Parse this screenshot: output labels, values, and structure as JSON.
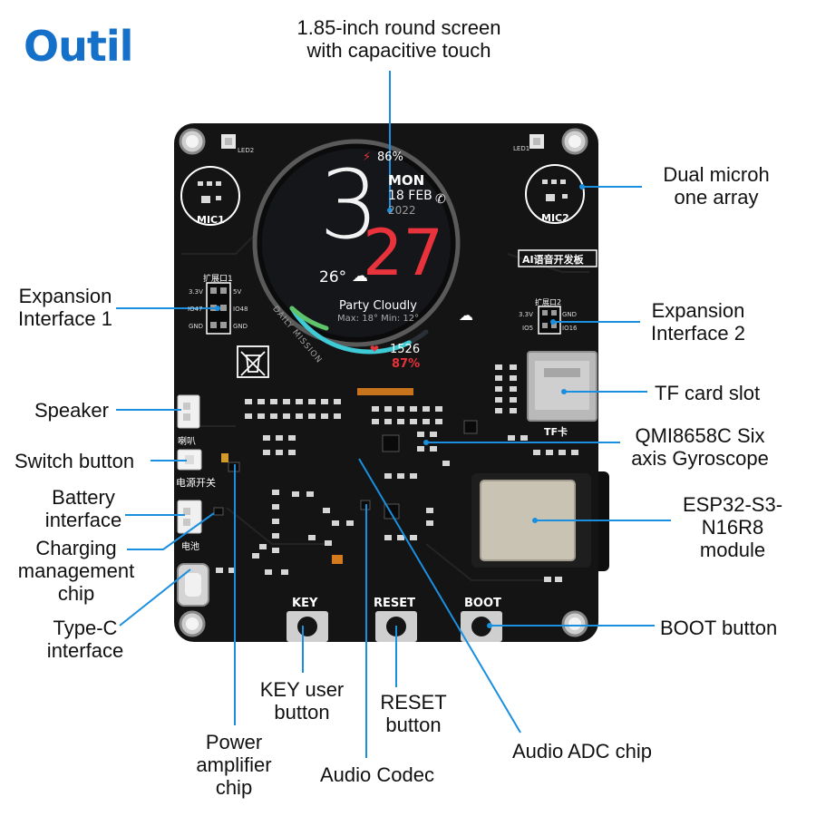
{
  "brand": {
    "name": "Outil",
    "color": "#1470c8"
  },
  "colors": {
    "board": "#141414",
    "leader": "#1a8fe0",
    "screen_red": "#e8323c",
    "ring_accent": "#3ecbd6"
  },
  "labels": {
    "screen": "1.85-inch round screen\nwith capacitive touch",
    "mic": "Dual microh\none array",
    "exp1": "Expansion\nInterface 1",
    "exp2": "Expansion\nInterface 2",
    "tf": "TF card slot",
    "speaker": "Speaker",
    "gyro": "QMI8658C Six\naxis Gyroscope",
    "switch": "Switch button",
    "battery": "Battery\ninterface",
    "esp": "ESP32-S3-\nN16R8\nmodule",
    "charging": "Charging\nmanagement\nchip",
    "typec": "Type-C\ninterface",
    "boot_btn": "BOOT button",
    "key_btn": "KEY user\nbutton",
    "reset_btn": "RESET\nbutton",
    "power_amp": "Power\namplifier\nchip",
    "codec": "Audio Codec",
    "adc": "Audio ADC chip"
  },
  "watchface": {
    "battery": "86%",
    "day": "MON",
    "date": "18 FEB",
    "year": "2022",
    "hour": "3",
    "minute": "27",
    "temp": "26°",
    "weather": "Party Cloudly",
    "minmax": "Max: 18° Min: 12°",
    "mission": "DAILY MISSION",
    "steps": "1526",
    "steps_pct": "87%",
    "mission_progress": 0.87,
    "icons": [
      "lightning-icon",
      "phone-icon",
      "cloud-icon",
      "heart-icon"
    ]
  },
  "silkscreen": {
    "mic1": "MIC1",
    "mic2": "MIC2",
    "exp1": "扩展口1",
    "exp2": "扩展口2",
    "ai": "AI语音开发板",
    "tf": "TF卡",
    "speaker": "喇叭",
    "power": "电源开关",
    "battery": "电池",
    "key": "KEY",
    "reset": "RESET",
    "boot": "BOOT",
    "led2": "LED2",
    "led1": "LED1",
    "h1": {
      "p1": "3.3V",
      "p2": "5V",
      "p3": "IO47",
      "p4": "IO48",
      "p5": "GND",
      "p6": "GND"
    },
    "h2": {
      "p1": "3.3V",
      "p2": "GND",
      "p3": "IO5",
      "p4": "IO16"
    }
  }
}
